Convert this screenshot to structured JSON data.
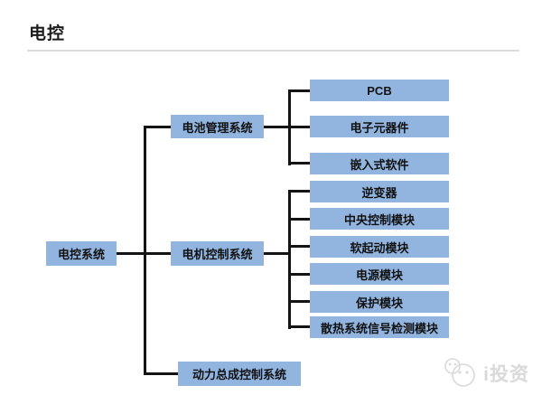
{
  "page": {
    "title": "电控"
  },
  "colors": {
    "box_fill": "#92b5e0",
    "line": "#141414",
    "divider": "#dcdcdc",
    "watermark": "#d9d9d9"
  },
  "tree": {
    "root": {
      "label": "电控系统"
    },
    "branches": [
      {
        "label": "电池管理系统",
        "children": [
          "PCB",
          "电子元器件",
          "嵌入式软件"
        ]
      },
      {
        "label": "电机控制系统",
        "children": [
          "逆变器",
          "中央控制模块",
          "软起动模块",
          "电源模块",
          "保护模块",
          "散热系统信号检测模块"
        ]
      },
      {
        "label": "动力总成控制系统",
        "children": []
      }
    ]
  },
  "watermark": {
    "icon": "double-smiley-icon",
    "text": "i投资"
  }
}
